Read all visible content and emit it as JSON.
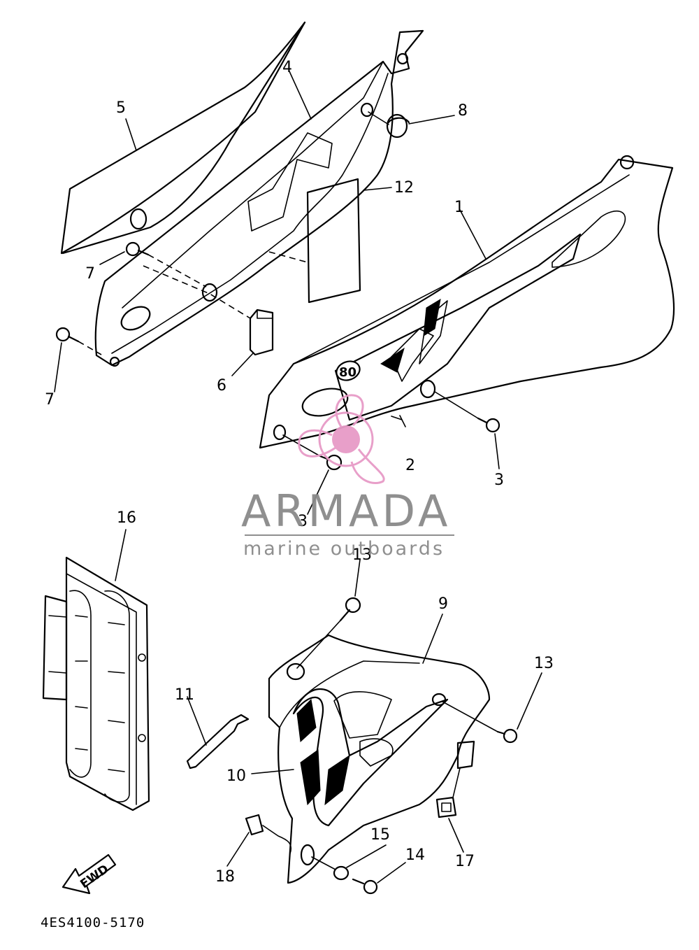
{
  "diagram": {
    "callouts": {
      "c1": "1",
      "c2": "2",
      "c3a": "3",
      "c3b": "3",
      "c4": "4",
      "c5": "5",
      "c6": "6",
      "c7a": "7",
      "c7b": "7",
      "c8": "8",
      "c9": "9",
      "c10": "10",
      "c11": "11",
      "c12": "12",
      "c13a": "13",
      "c13b": "13",
      "c14": "14",
      "c15": "15",
      "c16": "16",
      "c17": "17",
      "c18": "18"
    },
    "decal_number": "80",
    "direction_label": "FWD",
    "part_code": "4ES4100-5170"
  },
  "watermark": {
    "title": "ARMADA",
    "subtitle": "marine outboards",
    "color": "#8a8a8a",
    "logo_color": "#e79ac7"
  }
}
